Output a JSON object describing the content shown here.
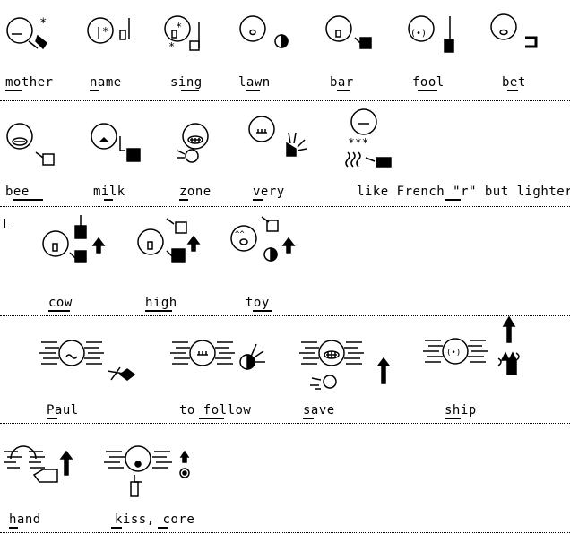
{
  "rows": [
    {
      "words": [
        {
          "label": "mother"
        },
        {
          "label": "name"
        },
        {
          "label": "sing"
        },
        {
          "label": "lawn"
        },
        {
          "label": "bar"
        },
        {
          "label": "fool"
        },
        {
          "label": "bet"
        }
      ]
    },
    {
      "words": [
        {
          "label": "bee"
        },
        {
          "label": "milk"
        },
        {
          "label": "zone"
        },
        {
          "label": "very"
        },
        {
          "label": "like French \"r\" but lighter"
        }
      ]
    },
    {
      "words": [
        {
          "label": "cow"
        },
        {
          "label": "high"
        },
        {
          "label": "toy"
        }
      ]
    },
    {
      "words": [
        {
          "label": "Paul"
        },
        {
          "label": "to follow"
        },
        {
          "label": "save"
        },
        {
          "label": "ship"
        }
      ]
    },
    {
      "words": [
        {
          "label": "hand"
        },
        {
          "label": "kiss, core"
        }
      ]
    }
  ]
}
